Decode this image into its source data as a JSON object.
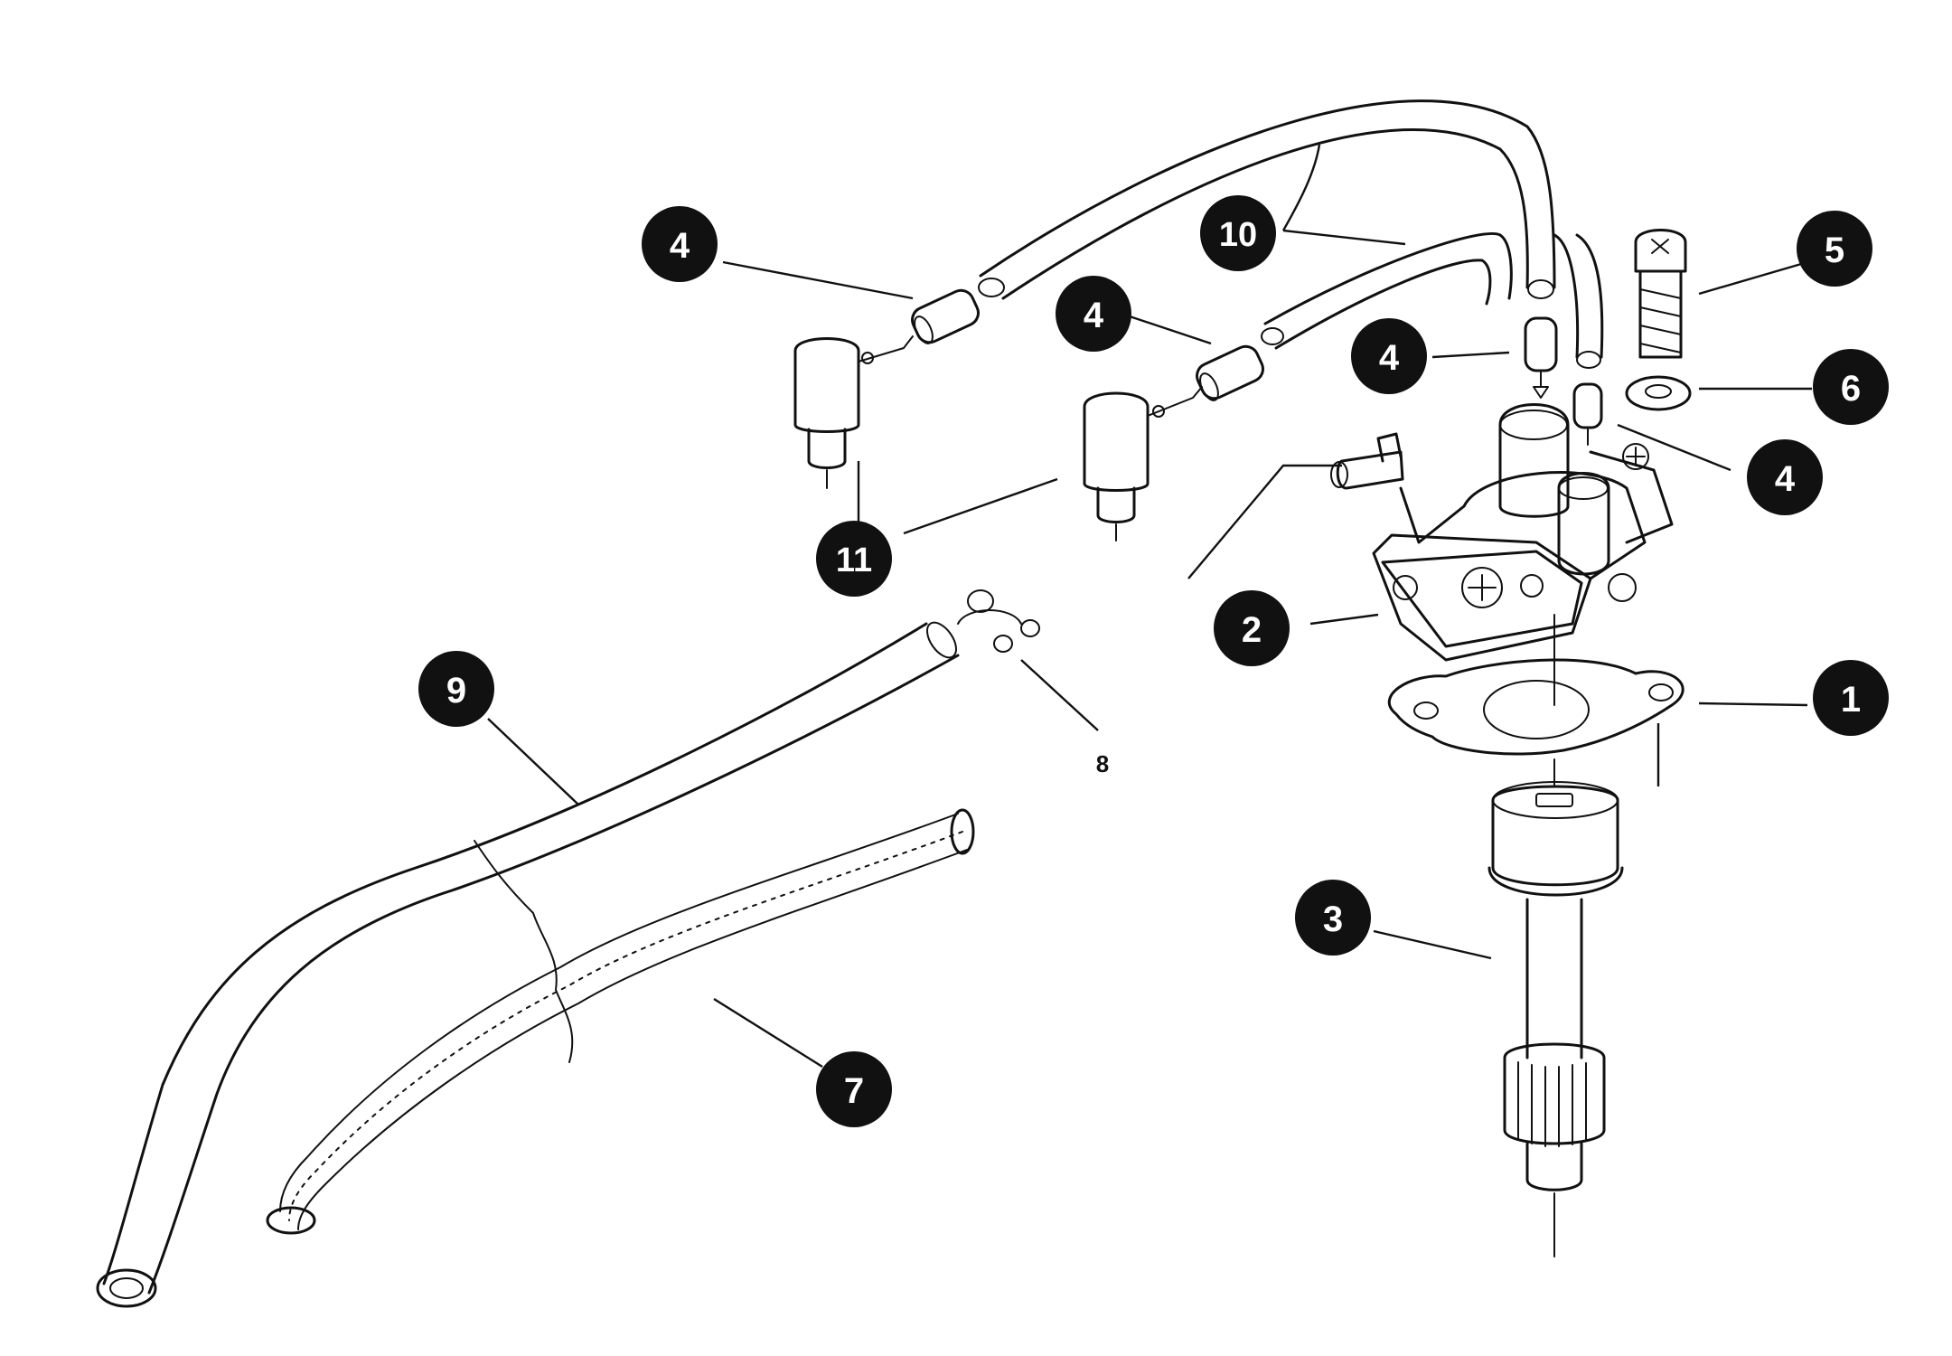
{
  "callouts": [
    {
      "id": "callout-4a",
      "label": "4"
    },
    {
      "id": "callout-10",
      "label": "10"
    },
    {
      "id": "callout-4b",
      "label": "4"
    },
    {
      "id": "callout-4c",
      "label": "4"
    },
    {
      "id": "callout-5",
      "label": "5"
    },
    {
      "id": "callout-6",
      "label": "6"
    },
    {
      "id": "callout-4d",
      "label": "4"
    },
    {
      "id": "callout-11",
      "label": "11"
    },
    {
      "id": "callout-2",
      "label": "2"
    },
    {
      "id": "callout-1",
      "label": "1"
    },
    {
      "id": "callout-9",
      "label": "9"
    },
    {
      "id": "callout-8",
      "label": "8"
    },
    {
      "id": "callout-3",
      "label": "3"
    },
    {
      "id": "callout-7",
      "label": "7"
    }
  ],
  "colors": {
    "ink": "#111111",
    "background": "#ffffff"
  }
}
